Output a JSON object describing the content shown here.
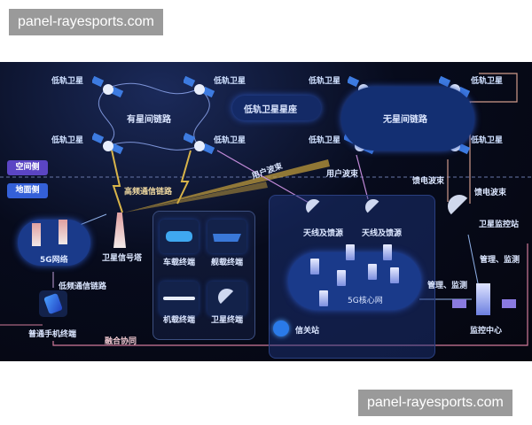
{
  "watermarks": [
    "panel-rayesports.com",
    "panel-rayesports.com"
  ],
  "space": {
    "satellite_label": "低轨卫星",
    "with_isl": "有星间链路",
    "constellation": "低轨卫星星座",
    "without_isl": "无星间链路"
  },
  "sides": {
    "space": "空间侧",
    "ground": "地面侧"
  },
  "links": {
    "high_freq": "高频通信链路",
    "user_beam_1": "用户波束",
    "user_beam_2": "用户波束",
    "feeder_beam_1": "馈电波束",
    "feeder_beam_2": "馈电波束",
    "low_freq": "低频通信链路",
    "fusion": "融合协同",
    "mgmt_1": "管理、监测",
    "mgmt_2": "管理、监测"
  },
  "ground": {
    "network_5g": "5G网络",
    "signal_tower": "卫星信号塔",
    "phone": "普通手机终端",
    "terminals": [
      "车载终端",
      "舰载终端",
      "机载终端",
      "卫星终端"
    ],
    "antenna_1": "天线及馈源",
    "antenna_2": "天线及馈源",
    "core": "5G核心网",
    "gateway": "信关站",
    "monitor_station": "卫星监控站",
    "monitor_center": "监控中心"
  },
  "colors": {
    "bg": "#070b1c",
    "accent": "#6a4fd8",
    "beam": "#c9a23a",
    "link": "#d07a9a"
  }
}
